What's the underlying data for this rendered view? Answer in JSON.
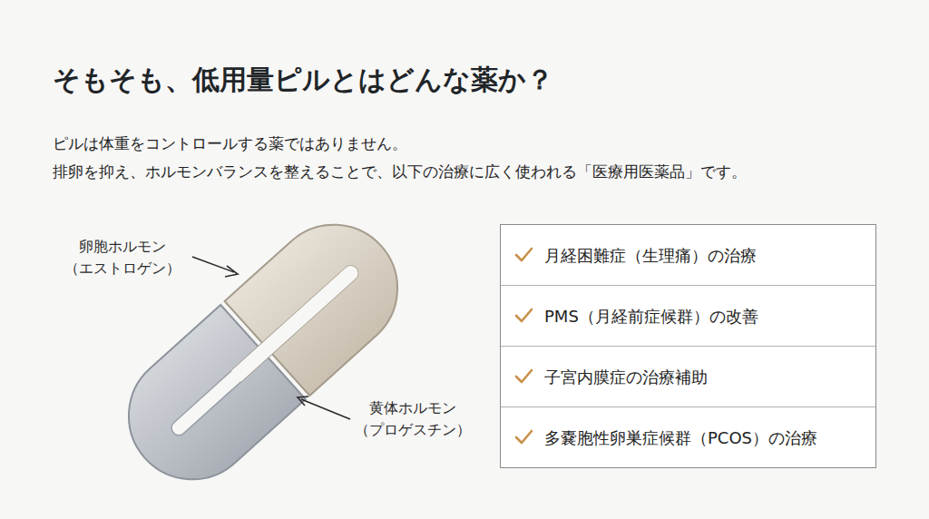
{
  "diagram": {
    "title": "そもそも、低用量ピルとはどんな薬か？",
    "nodes": [
      {
        "text": [
          "月経困難症（生理痛）の治療"
        ]
      },
      {
        "text": [
          "PMS（月経前症候群）の改善"
        ]
      },
      {
        "text": [
          "子宮内膜症の治療補助"
        ]
      },
      {
        "text": [
          "多嚢胞性卵巣症候群（PCOS）の治療"
        ]
      }
    ],
    "labels": [
      "ピルは体重をコントロールする薬ではありません。",
      "排卵を抑え、ホルモンバランスを整えることで、以下の治療に広く使われる「医療用医薬品」です。",
      "卵胞ホルモン",
      "（エストロゲン）",
      "黄体ホルモン",
      "（プロゲスチン）"
    ]
  }
}
